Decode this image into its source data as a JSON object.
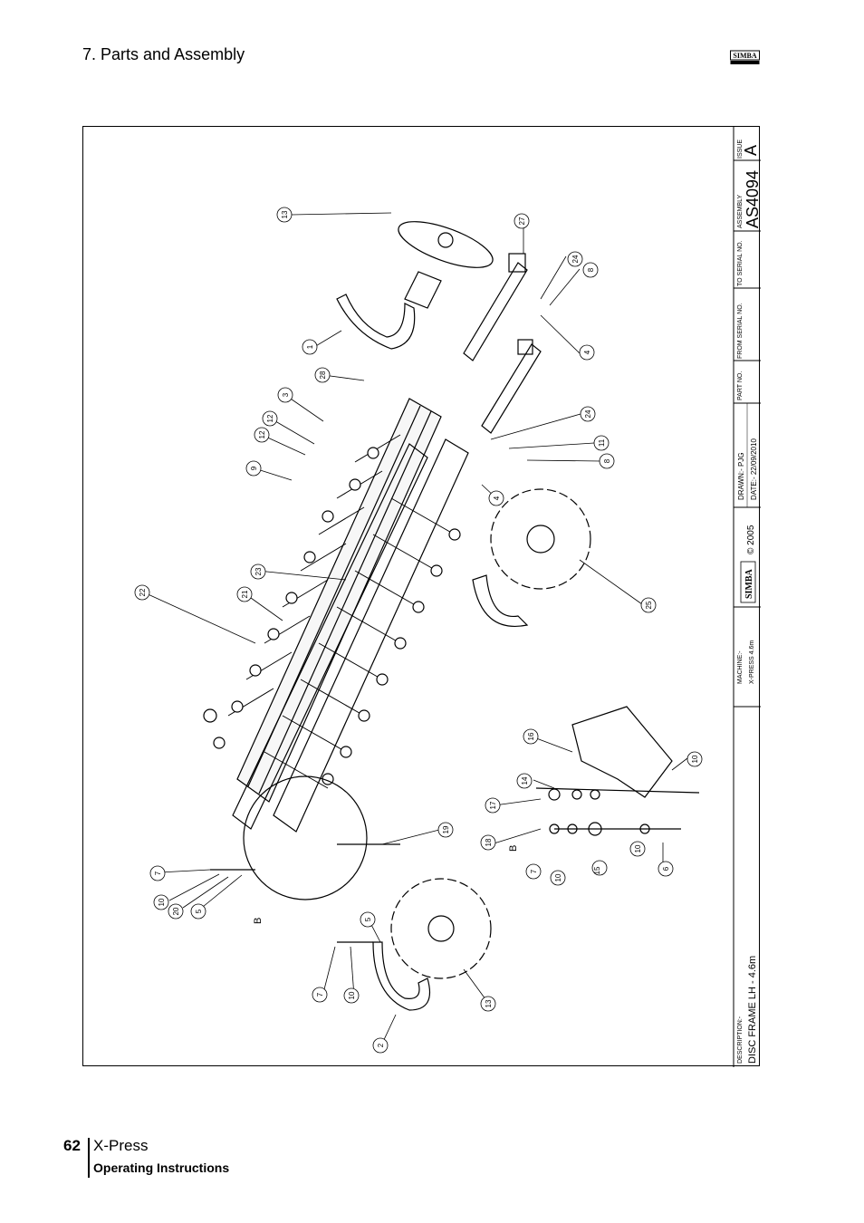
{
  "header": {
    "section_title": "7. Parts and Assembly",
    "logo_text": "SIMBA"
  },
  "titleblock": {
    "issue_label": "ISSUE",
    "issue_value": "A",
    "assembly_label": "ASSEMBLY",
    "assembly_value": "AS4094",
    "to_serial_label": "TO SERIAL NO.",
    "from_serial_label": "FROM SERIAL NO.",
    "part_no_label": "PART NO.",
    "drawn_label": "DRAWN:- PJG",
    "date_label": "DATE:- 22/09/2010",
    "brand": "SIMBA",
    "copyright": "© 2005",
    "machine_label": "MACHINE:-",
    "machine_value": "X-PRESS 4.6m",
    "description_label": "DESCRIPTION:-",
    "description_value": "DISC FRAME LH - 4.6m"
  },
  "detail_marker": "B",
  "balloons": [
    "13",
    "27",
    "24",
    "8",
    "1",
    "4",
    "28",
    "3",
    "12",
    "12",
    "9",
    "24",
    "11",
    "8",
    "4",
    "23",
    "22",
    "21",
    "25",
    "16",
    "10",
    "14",
    "17",
    "18",
    "19",
    "7",
    "10",
    "15",
    "6",
    "10",
    "7",
    "10",
    "20",
    "5",
    "5",
    "7",
    "10",
    "13",
    "2"
  ],
  "footer": {
    "page_number": "62",
    "product": "X-Press",
    "subtitle": "Operating Instructions"
  }
}
